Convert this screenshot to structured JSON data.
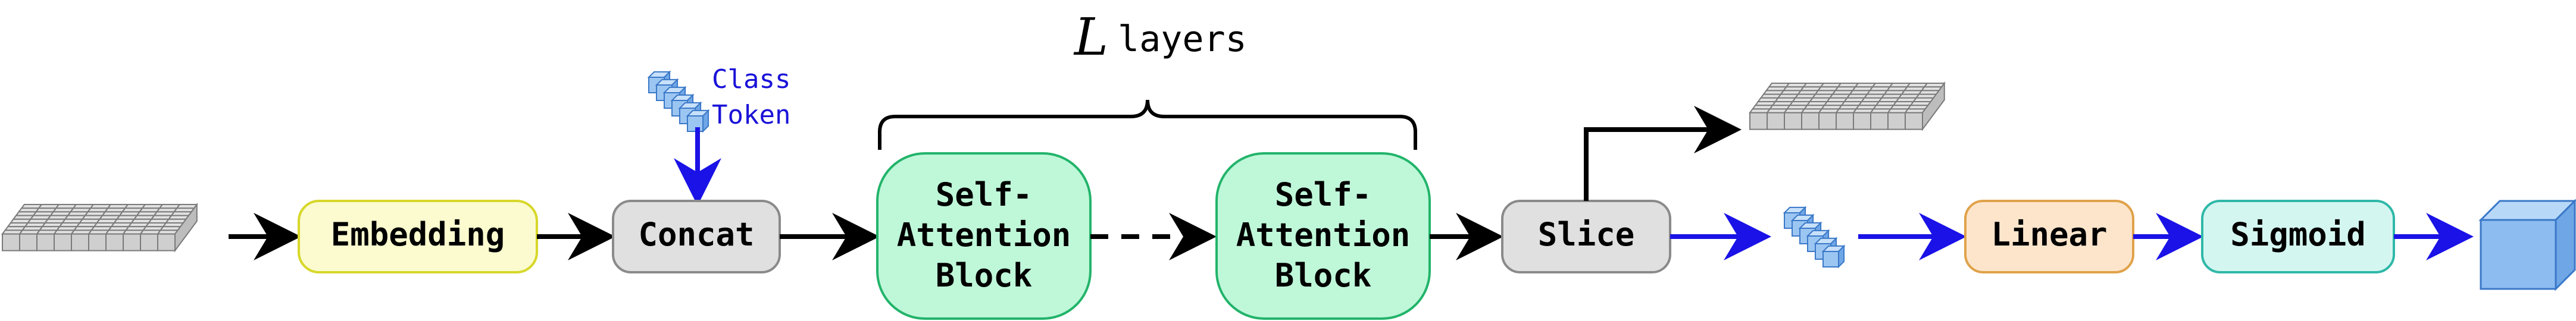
{
  "labels": {
    "layers_var": "L",
    "layers_word": "layers",
    "class_token_line1": "Class",
    "class_token_line2": "Token",
    "embedding": "Embedding",
    "concat": "Concat",
    "sa1_line1": "Self-",
    "sa1_line2": "Attention",
    "sa1_line3": "Block",
    "sa2_line1": "Self-",
    "sa2_line2": "Attention",
    "sa2_line3": "Block",
    "slice": "Slice",
    "linear": "Linear",
    "sigmoid": "Sigmoid"
  },
  "colors": {
    "black_arrow": "#000000",
    "blue_arrow": "#1a12e6",
    "class_token_text": "#1a12d8",
    "embedding_fill": "#fbfbcf",
    "embedding_stroke": "#d7d72a",
    "concat_fill": "#e0e0e0",
    "concat_stroke": "#8a8a8a",
    "attention_fill": "#bff7d9",
    "attention_stroke": "#22b46a",
    "slice_fill": "#e0e0e0",
    "slice_stroke": "#8a8a8a",
    "linear_fill": "#fde5cc",
    "linear_stroke": "#e0a24a",
    "sigmoid_fill": "#d4f6f1",
    "sigmoid_stroke": "#2fb8a8",
    "token_cube_fill": "#9cc6f2",
    "token_cube_stroke": "#3a78c8",
    "patch_grid_fill": "#e2e2e2",
    "patch_grid_stroke": "#7a7a7a"
  }
}
